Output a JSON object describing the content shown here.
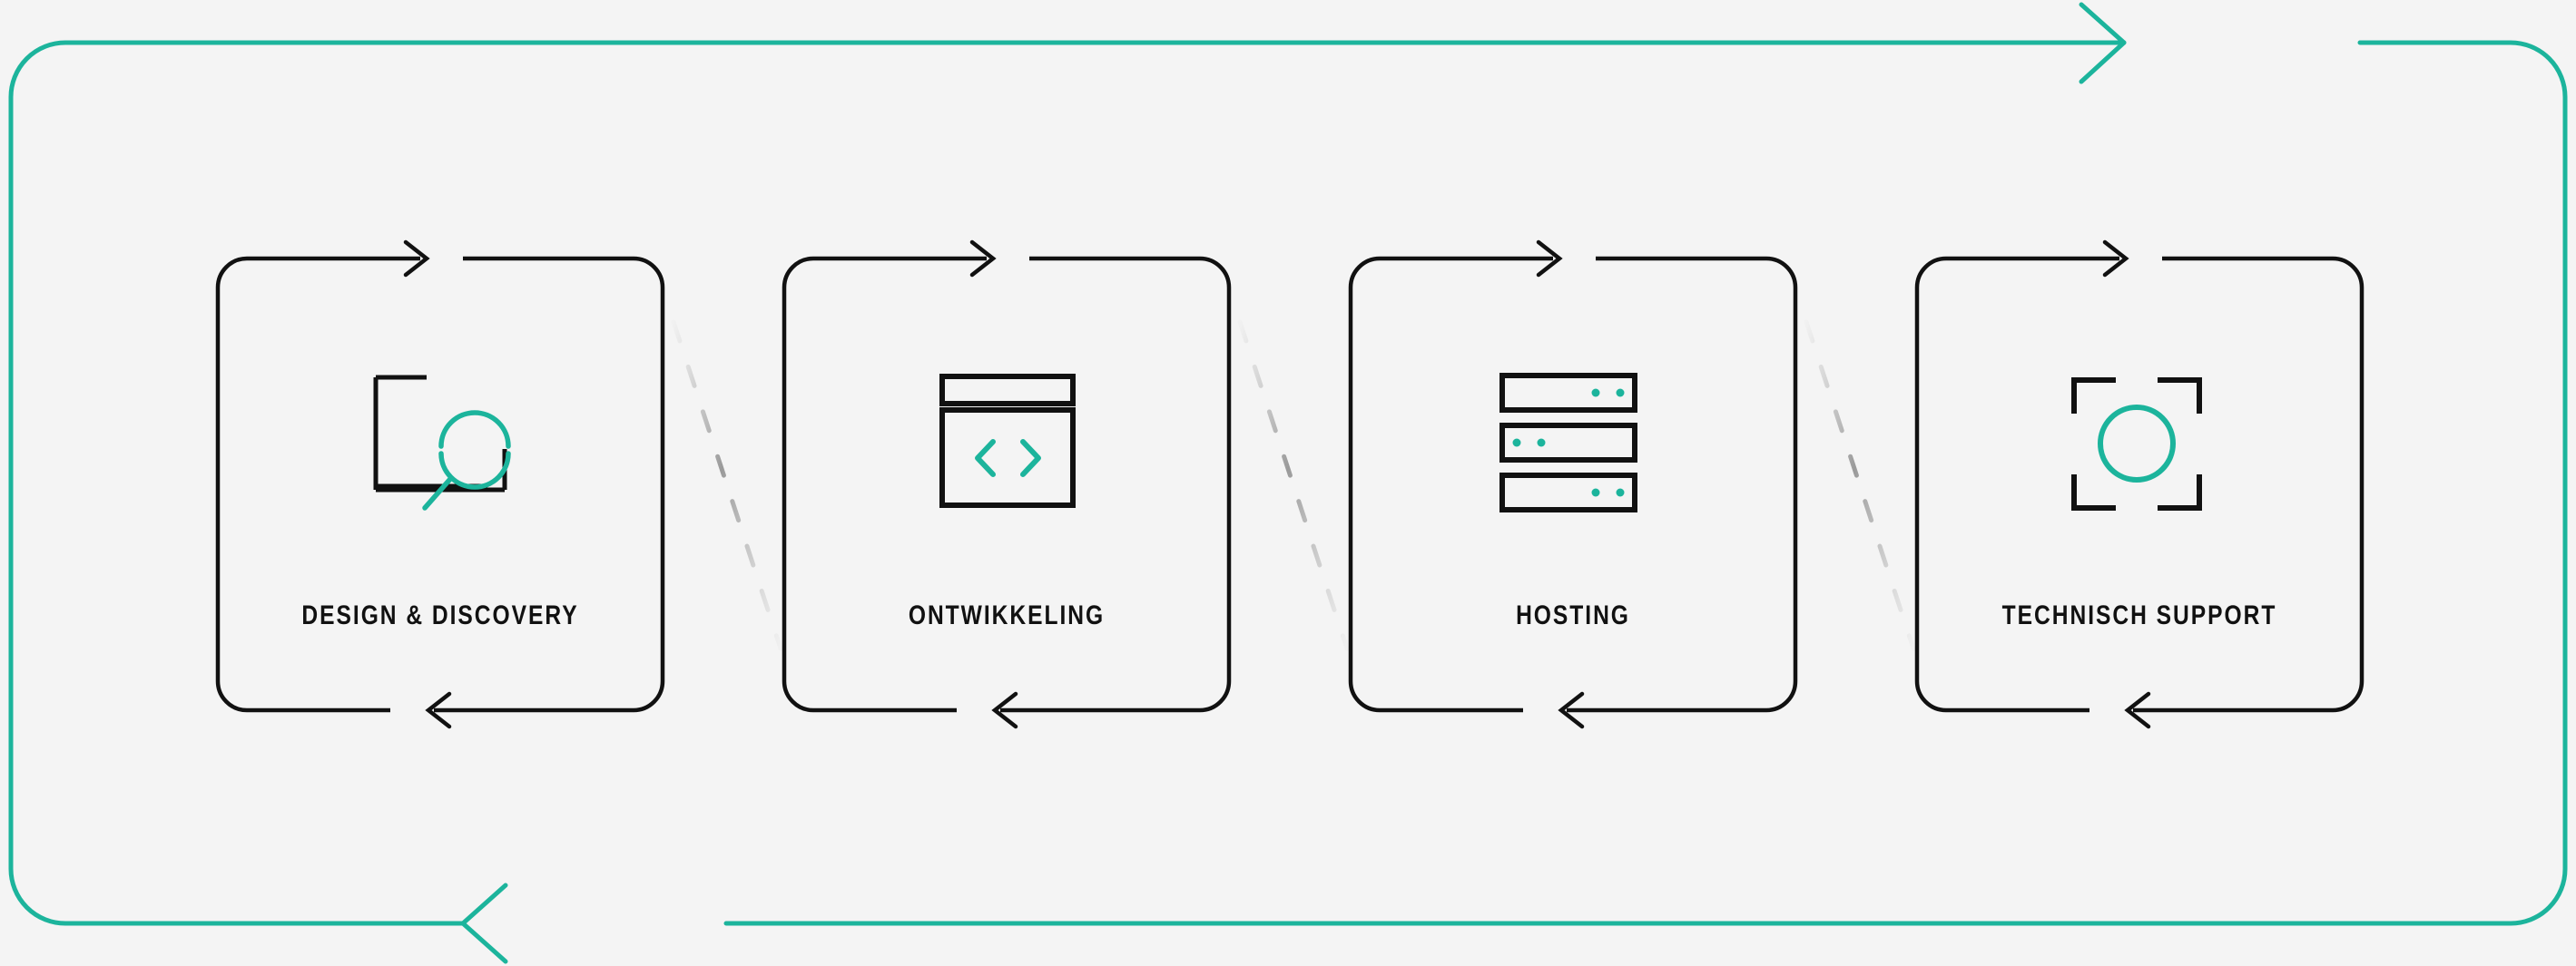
{
  "diagram": {
    "title": "Service Lifecycle Cycle",
    "background_color": "#f4f4f4",
    "accent_color": "#1cb49c",
    "stroke_color": "#111111",
    "connector_color": "#b8b8b8",
    "outer_loop": {
      "name": "continuous-cycle-loop",
      "top_direction": "right",
      "bottom_direction": "left",
      "color": "#1cb49c"
    },
    "steps": [
      {
        "index": 1,
        "label": "DESIGN & DISCOVERY",
        "icon": "magnifier-in-frame-icon",
        "icon_accent": "#1cb49c"
      },
      {
        "index": 2,
        "label": "ONTWIKKELING",
        "icon": "code-browser-window-icon",
        "icon_accent": "#1cb49c"
      },
      {
        "index": 3,
        "label": "HOSTING",
        "icon": "server-rack-icon",
        "icon_accent": "#1cb49c"
      },
      {
        "index": 4,
        "label": "TECHNISCH SUPPORT",
        "icon": "focus-target-icon",
        "icon_accent": "#1cb49c"
      }
    ]
  }
}
